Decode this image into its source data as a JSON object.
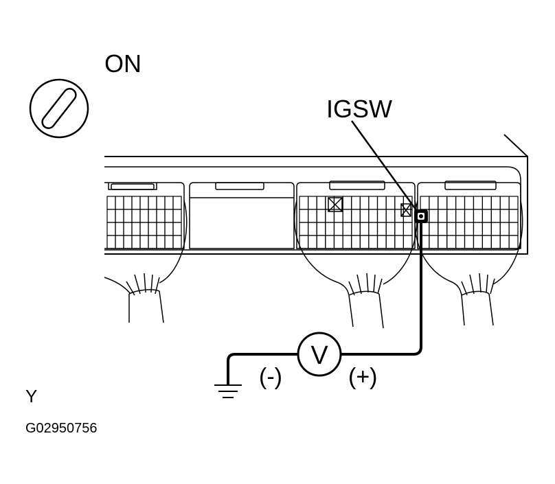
{
  "labels": {
    "switch_state": "ON",
    "terminal": "IGSW",
    "meter_symbol": "V",
    "negative_lead": "(-)",
    "positive_lead": "(+)",
    "code_letter": "Y",
    "figure_id": "G02950756"
  },
  "colors": {
    "line": "#000000",
    "background": "#ffffff"
  }
}
